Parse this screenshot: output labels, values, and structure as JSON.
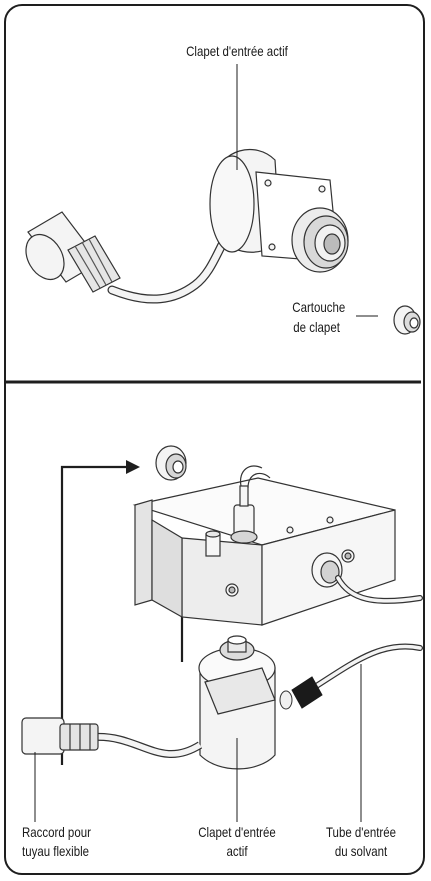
{
  "labels": {
    "top_valve": "Clapet d'entrée actif",
    "cartridge_line1": "Cartouche",
    "cartridge_line2": "de clapet",
    "fitting_line1": "Raccord pour",
    "fitting_line2": "tuyau flexible",
    "bottom_valve_line1": "Clapet d'entrée",
    "bottom_valve_line2": "actif",
    "solvent_tube_line1": "Tube d'entrée",
    "solvent_tube_line2": "du solvant"
  },
  "colors": {
    "line": "#1e1e1e",
    "part_fill": "#f4f4f4",
    "shade": "#cfcfcf"
  }
}
